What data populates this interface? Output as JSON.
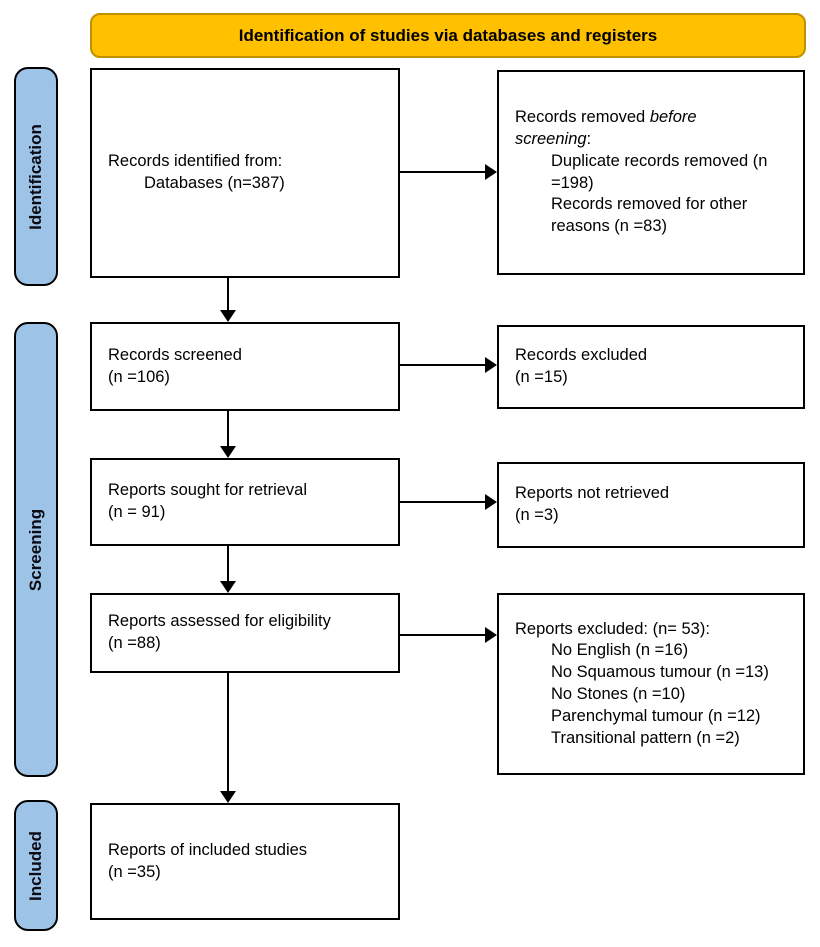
{
  "header": {
    "title": "Identification of studies via databases and registers"
  },
  "colors": {
    "header_bg": "#FFC000",
    "header_border": "#BF9000",
    "stage_bg": "#9DC3E6",
    "box_border": "#000000"
  },
  "stages": [
    {
      "label": "Identification"
    },
    {
      "label": "Screening"
    },
    {
      "label": "Included"
    }
  ],
  "boxes": {
    "identified": {
      "line1": "Records identified from:",
      "line2": "Databases (n=387)"
    },
    "removed": {
      "l1_normal": "Records removed ",
      "l1_italic": "before",
      "l2_italic": "screening",
      "l2_suffix": ":",
      "items": [
        "Duplicate records removed (n =198)",
        "Records removed for other reasons (n =83)"
      ]
    },
    "screened": {
      "line1": "Records screened",
      "line2": "(n =106)"
    },
    "excluded": {
      "line1": "Records excluded",
      "line2": "(n =15)"
    },
    "sought": {
      "line1": "Reports sought for retrieval",
      "line2": "(n = 91)"
    },
    "not_retrieved": {
      "line1": "Reports not retrieved",
      "line2": "(n =3)"
    },
    "assessed": {
      "line1": "Reports assessed for eligibility",
      "line2": "(n =88)"
    },
    "reports_excluded": {
      "line1": "Reports excluded: (n= 53):",
      "items": [
        "No English (n =16)",
        "No Squamous tumour (n =13)",
        "No Stones (n =10)",
        "Parenchymal tumour (n =12)",
        "Transitional pattern (n =2)"
      ]
    },
    "included": {
      "line1": "Reports of included studies",
      "line2": "(n =35)"
    }
  }
}
